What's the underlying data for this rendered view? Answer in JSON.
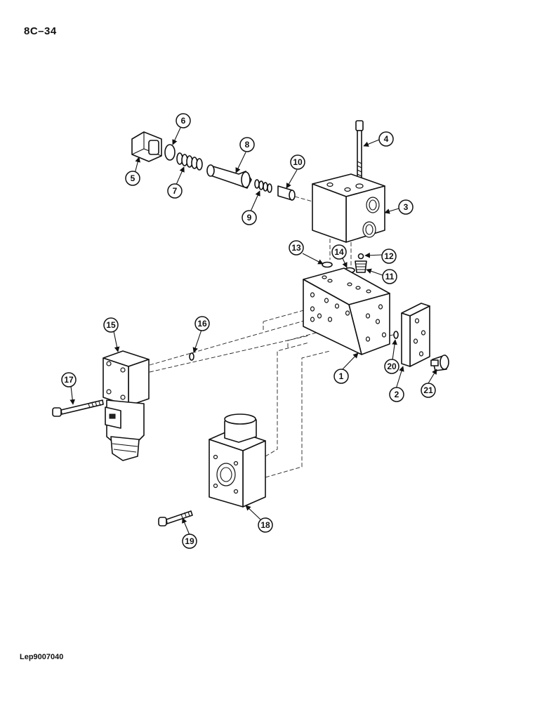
{
  "page_id": "8C–34",
  "reference_code": "Lep9007040",
  "callouts": [
    "1",
    "2",
    "3",
    "4",
    "5",
    "6",
    "7",
    "8",
    "9",
    "10",
    "11",
    "12",
    "13",
    "14",
    "15",
    "16",
    "17",
    "18",
    "19",
    "20",
    "21"
  ]
}
